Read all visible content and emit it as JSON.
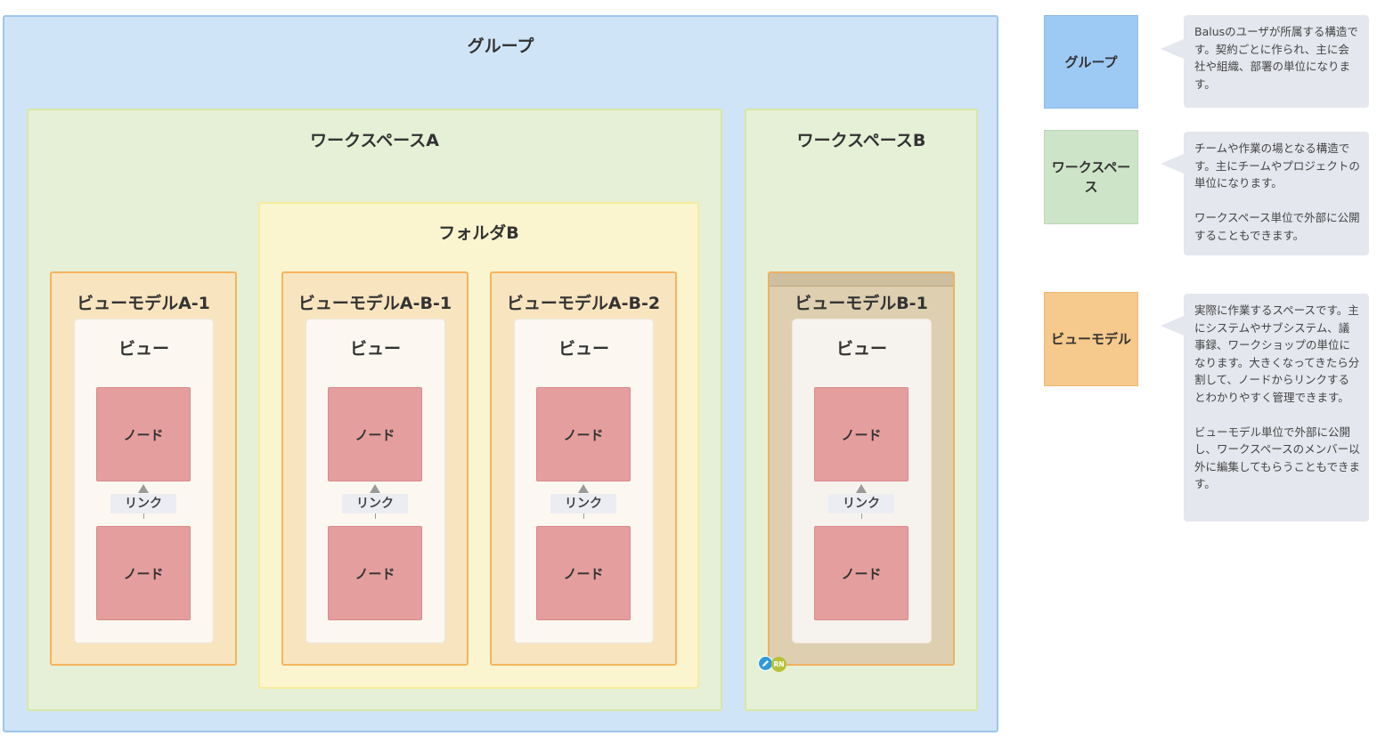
{
  "group": {
    "title": "グループ"
  },
  "workspace_a": {
    "title": "ワークスペースA",
    "folder_b": {
      "title": "フォルダB"
    },
    "viewmodels": [
      {
        "title": "ビューモデルA-1",
        "view": "ビュー",
        "node_top": "ノード",
        "link": "リンク",
        "node_bottom": "ノード"
      },
      {
        "title": "ビューモデルA-B-1",
        "view": "ビュー",
        "node_top": "ノード",
        "link": "リンク",
        "node_bottom": "ノード"
      },
      {
        "title": "ビューモデルA-B-2",
        "view": "ビュー",
        "node_top": "ノード",
        "link": "リンク",
        "node_bottom": "ノード"
      }
    ]
  },
  "workspace_b": {
    "title": "ワークスペースB",
    "viewmodels": [
      {
        "title": "ビューモデルB-1",
        "view": "ビュー",
        "node_top": "ノード",
        "link": "リンク",
        "node_bottom": "ノード"
      }
    ]
  },
  "badge": {
    "text": "RN"
  },
  "legend": [
    {
      "label": "グループ",
      "color": "#9dc9f5",
      "description": [
        "Balusのユーザが所属する構造です。契約ごとに作られ、主に会社や組織、部署の単位になります。"
      ]
    },
    {
      "label": "ワークスペース",
      "color": "#cde4c8",
      "description": [
        "チームや作業の場となる構造です。主にチームやプロジェクトの単位になります。",
        "ワークスペース単位で外部に公開することもできます。"
      ]
    },
    {
      "label": "ビューモデル",
      "color": "#f6c98c",
      "description": [
        "実際に作業するスペースです。主にシステムやサブシステム、議事録、ワークショップの単位になります。大きくなってきたら分割して、ノードからリンクするとわかりやすく管理できます。",
        "ビューモデル単位で外部に公開し、ワークスペースのメンバー以外に編集してもらうこともできます。"
      ]
    }
  ],
  "colors": {
    "group_bg": "#d0e4f7",
    "workspace_bg": "#e6f0d6",
    "folder_bg": "#faf5cf",
    "viewmodel_bg": "#f8e5c0",
    "node": "#e59e9e"
  }
}
